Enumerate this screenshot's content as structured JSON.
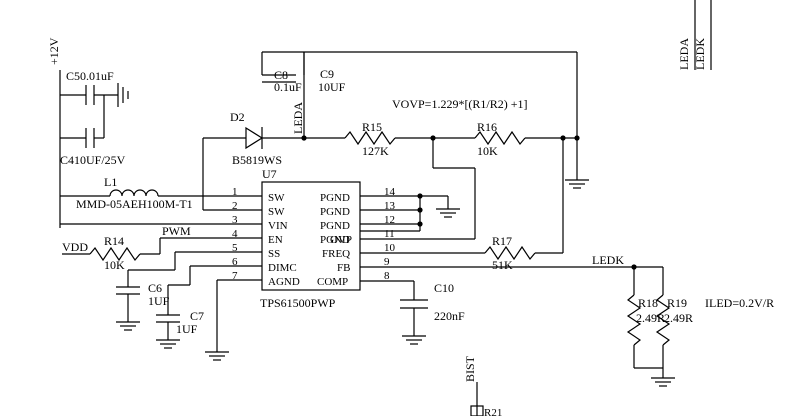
{
  "nets": {
    "supply": "+12V",
    "leda_top": "LEDA",
    "ledk_top": "LEDK",
    "leda_node": "LEDA",
    "ledk_node": "LEDK",
    "pwm": "PWM",
    "vdd": "VDD",
    "bist": "BIST"
  },
  "components": {
    "c5": "C50.01uF",
    "c4": "C410UF/25V",
    "c8_ref": "C8",
    "c8_val": "0.1uF",
    "c9_ref": "C9",
    "c9_val": "10UF",
    "d2_ref": "D2",
    "d2_val": "B5819WS",
    "l1_ref": "L1",
    "l1_val": "MMD-05AEH100M-T1",
    "r14_ref": "R14",
    "r14_val": "10K",
    "r15_ref": "R15",
    "r15_val": "127K",
    "r16_ref": "R16",
    "r16_val": "10K",
    "r17_ref": "R17",
    "r17_val": "51K",
    "r18_ref": "R18",
    "r18_val": "2.49R",
    "r19_ref": "R19",
    "r19_val": "2.49R",
    "r21_ref": "R21",
    "c6_ref": "C6",
    "c6_val": "1UF",
    "c7_ref": "C7",
    "c7_val": "1UF",
    "c10_ref": "C10",
    "c10_val": "220nF"
  },
  "ic": {
    "ref": "U7",
    "part": "TPS61500PWP",
    "left_pins": [
      {
        "num": "1",
        "name": "SW"
      },
      {
        "num": "2",
        "name": "SW"
      },
      {
        "num": "3",
        "name": "VIN"
      },
      {
        "num": "4",
        "name": "EN"
      },
      {
        "num": "5",
        "name": "SS"
      },
      {
        "num": "6",
        "name": "DIMC"
      },
      {
        "num": "7",
        "name": "AGND"
      }
    ],
    "right_pins": [
      {
        "num": "14",
        "name": "PGND"
      },
      {
        "num": "13",
        "name": "PGND"
      },
      {
        "num": "12",
        "name": "PGND"
      },
      {
        "num": "11",
        "name": "PGND"
      },
      {
        "num": "10",
        "name": "OVP"
      },
      {
        "num": "9",
        "name": "FREQ"
      },
      {
        "num": "8",
        "name": "FB"
      },
      {
        "num": "",
        "name": "COMP"
      }
    ]
  },
  "formulas": {
    "vovp": "VOVP=1.229*[(R1/R2) +1]",
    "iled": "ILED=0.2V/R"
  }
}
